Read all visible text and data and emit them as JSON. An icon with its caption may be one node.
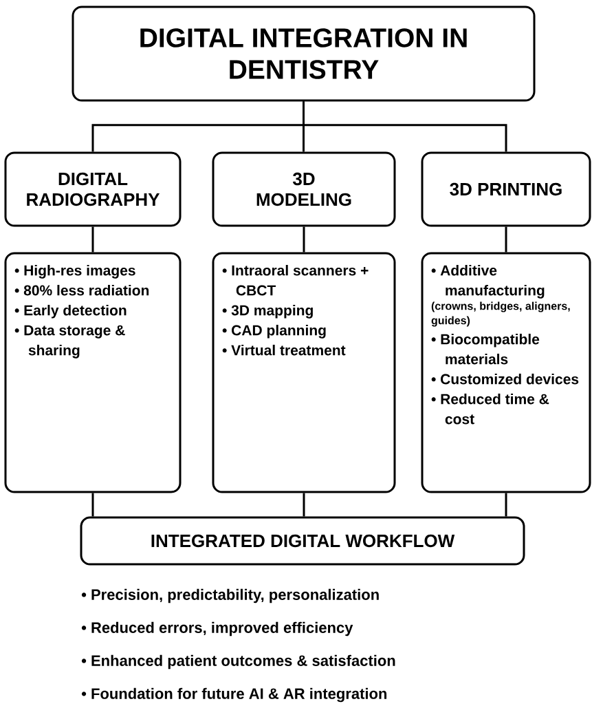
{
  "diagram": {
    "nodes": [
      {
        "text": [
          "DIGITAL INTEGRATION IN DENTISTRY"
        ]
      },
      {
        "text": [
          "DIGITAL RADIOGRAPHY"
        ]
      },
      {
        "text": [
          "3D MODELING"
        ]
      },
      {
        "text": [
          "3D PRINTING"
        ]
      },
      {
        "text": [
          "• High-res images",
          "• 80% less radiation",
          "• Early detection",
          "• Data storage & sharing"
        ]
      },
      {
        "text": [
          "• Intraoral scanners + CBCT",
          "• 3D mapping",
          "• CAD planning",
          "• Virtual treatment"
        ]
      },
      {
        "text": [
          "• Additive manufacturing",
          "(crowns, bridges, aligners, guides)",
          "• Biocompatible materials",
          "• Customized devices",
          "• Reduced time & cost"
        ]
      },
      {
        "text": [
          "INTEGRATED DIGITAL WORKFLOW"
        ]
      }
    ],
    "edges": [
      {
        "from": 0,
        "to": 1,
        "arrow": "none"
      },
      {
        "from": 0,
        "to": 2,
        "arrow": "none"
      },
      {
        "from": 0,
        "to": 3,
        "arrow": "none"
      },
      {
        "from": 1,
        "to": 4,
        "arrow": "none"
      },
      {
        "from": 2,
        "to": 5,
        "arrow": "none"
      },
      {
        "from": 3,
        "to": 6,
        "arrow": "none"
      },
      {
        "from": 4,
        "to": 7,
        "arrow": "none"
      },
      {
        "from": 5,
        "to": 7,
        "arrow": "none"
      },
      {
        "from": 6,
        "to": 7,
        "arrow": "none"
      }
    ],
    "labels": [
      "• Precision, predictability, personalization",
      "• Reduced errors, improved efficiency",
      "• Enhanced patient outcomes & satisfaction",
      "• Foundation for future AI & AR integration"
    ]
  }
}
